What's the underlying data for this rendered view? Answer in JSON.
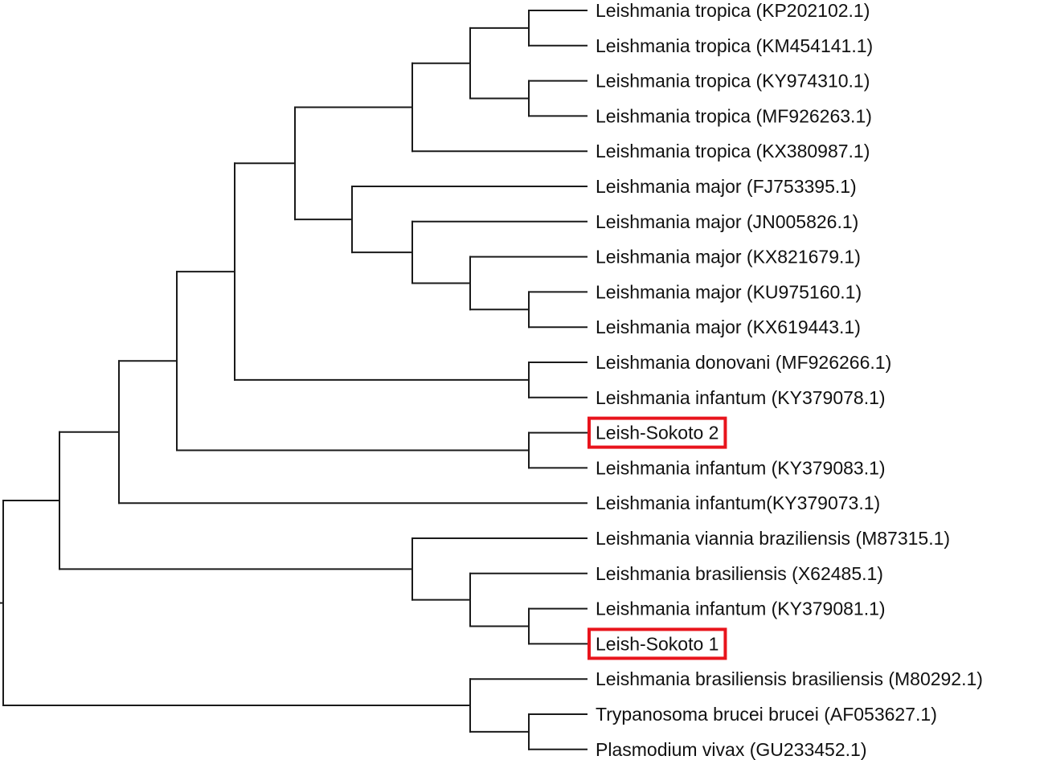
{
  "tree": {
    "line_color": "#1a1a1a",
    "highlight_color": "#e8141c",
    "root": {
      "id": "root",
      "children": [
        {
          "id": "n1",
          "children": [
            {
              "id": "n2",
              "children": [
                {
                  "id": "n3",
                  "children": [
                    {
                      "id": "n4",
                      "children": [
                        {
                          "id": "n5",
                          "children": [
                            {
                              "id": "n6",
                              "children": [
                                {
                                  "id": "n7",
                                  "children": [
                                    {
                                      "id": "n8",
                                      "children": [
                                        {
                                          "label": "Leishmania tropica (KP202102.1)"
                                        },
                                        {
                                          "label": "Leishmania tropica (KM454141.1)"
                                        }
                                      ]
                                    },
                                    {
                                      "id": "n9",
                                      "children": [
                                        {
                                          "label": "Leishmania tropica (KY974310.1)"
                                        },
                                        {
                                          "label": "Leishmania tropica (MF926263.1)"
                                        }
                                      ]
                                    }
                                  ]
                                },
                                {
                                  "label": "Leishmania tropica (KX380987.1)"
                                }
                              ]
                            },
                            {
                              "id": "n10",
                              "children": [
                                {
                                  "label": "Leishmania major (FJ753395.1)"
                                },
                                {
                                  "id": "n11",
                                  "children": [
                                    {
                                      "label": "Leishmania major (JN005826.1)"
                                    },
                                    {
                                      "id": "n12",
                                      "children": [
                                        {
                                          "label": "Leishmania major (KX821679.1)"
                                        },
                                        {
                                          "id": "n13",
                                          "children": [
                                            {
                                              "label": "Leishmania major (KU975160.1)"
                                            },
                                            {
                                              "label": "Leishmania major (KX619443.1)"
                                            }
                                          ]
                                        }
                                      ]
                                    }
                                  ]
                                }
                              ]
                            }
                          ]
                        },
                        {
                          "id": "n14",
                          "children": [
                            {
                              "label": "Leishmania donovani (MF926266.1)"
                            },
                            {
                              "label": "Leishmania infantum (KY379078.1)"
                            }
                          ]
                        }
                      ]
                    },
                    {
                      "id": "n15",
                      "children": [
                        {
                          "label": "Leish-Sokoto 2",
                          "highlight": true
                        },
                        {
                          "label": "Leishmania infantum (KY379083.1)"
                        }
                      ]
                    }
                  ]
                },
                {
                  "label": "Leishmania infantum(KY379073.1)"
                }
              ]
            },
            {
              "id": "n16",
              "children": [
                {
                  "label": "Leishmania viannia braziliensis (M87315.1)"
                },
                {
                  "id": "n17",
                  "children": [
                    {
                      "label": "Leishmania brasiliensis (X62485.1)"
                    },
                    {
                      "id": "n18",
                      "children": [
                        {
                          "label": "Leishmania infantum (KY379081.1)"
                        },
                        {
                          "label": "Leish-Sokoto 1",
                          "highlight": true
                        }
                      ]
                    }
                  ]
                }
              ]
            }
          ]
        },
        {
          "id": "n19",
          "children": [
            {
              "label": "Leishmania brasiliensis brasiliensis (M80292.1)"
            },
            {
              "id": "n20",
              "children": [
                {
                  "label": "Trypanosoma brucei brucei (AF053627.1)"
                },
                {
                  "label": "Plasmodium vivax (GU233452.1)"
                }
              ]
            }
          ]
        }
      ]
    }
  }
}
